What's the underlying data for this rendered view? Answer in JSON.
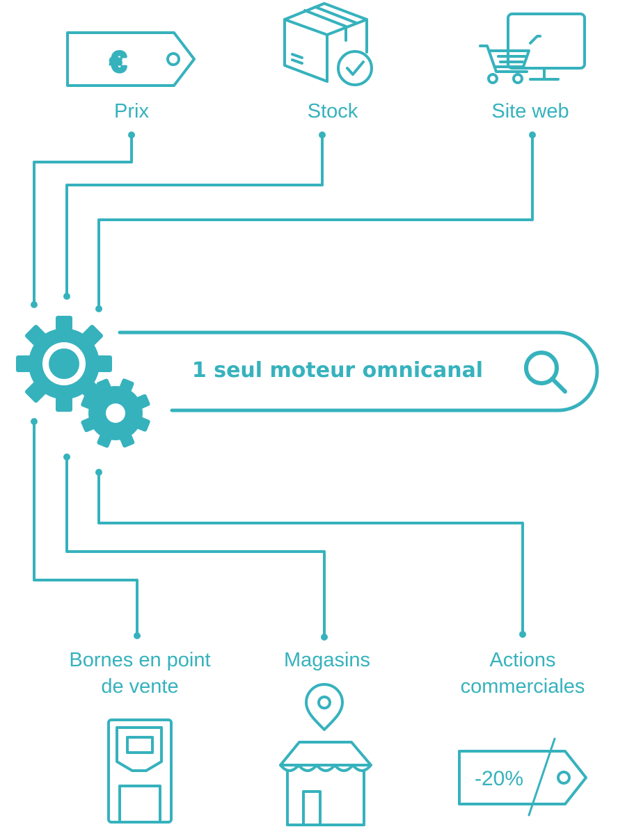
{
  "accent_color": "#36b2bd",
  "center": {
    "title": "1 seul moteur omnicanal",
    "icons": [
      "gears-icon",
      "search-icon"
    ]
  },
  "inputs": [
    {
      "label": "Prix",
      "icon": "price-tag-euro-icon",
      "symbol": "€"
    },
    {
      "label": "Stock",
      "icon": "box-check-icon"
    },
    {
      "label": "Site web",
      "icon": "cart-monitor-icon"
    }
  ],
  "outputs": [
    {
      "label_line1": "Bornes en point",
      "label_line2": "de vente",
      "icon": "kiosk-icon"
    },
    {
      "label_line1": "Magasins",
      "label_line2": "",
      "icon": "store-pin-icon"
    },
    {
      "label_line1": "Actions",
      "label_line2": "commerciales",
      "icon": "discount-tag-icon",
      "promo": "-20%"
    }
  ]
}
